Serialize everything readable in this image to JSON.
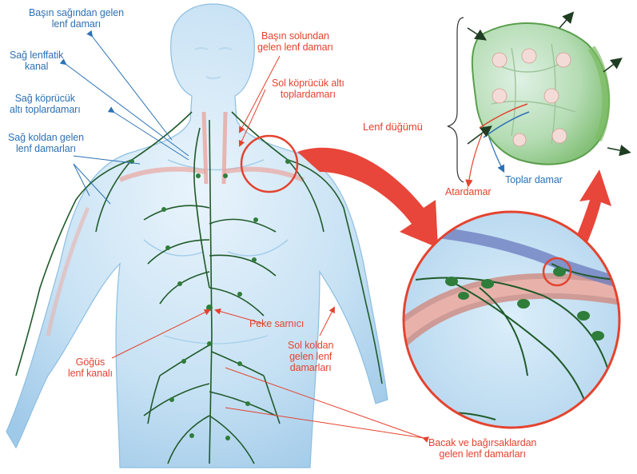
{
  "colors": {
    "blue_label": "#2d72b6",
    "red_label": "#e4432f",
    "lymph_vessel": "#1f5a2a",
    "node": "#2f7d3a",
    "body": "#cfe6f6",
    "arrow": "#e8463a"
  },
  "labels": {
    "head_right": [
      "Başın sağından gelen",
      "lenf damarı"
    ],
    "head_left": [
      "Başın solundan",
      "gelen lenf damarı"
    ],
    "right_lymphatic": [
      "Sağ lenffatik",
      "kanal"
    ],
    "left_subclavian": [
      "Sol köprücük altı",
      "toplardamarı"
    ],
    "right_subclavian": [
      "Sağ köprücük",
      "altı toplardamarı"
    ],
    "right_arm": [
      "Sağ koldan gelen",
      "lenf damarları"
    ],
    "lymph_node": "Lenf düğümü",
    "vein": "Toplar damar",
    "artery": "Atardamar",
    "cisterna": "Peke sarnıcı",
    "thoracic_duct": [
      "Göğüs",
      "lenf kanalı"
    ],
    "left_arm": [
      "Sol koldan",
      "gelen lenf",
      "damarları"
    ],
    "legs_intestines": [
      "Bacak ve bağırsaklardan",
      "gelen lenf damarları"
    ]
  }
}
